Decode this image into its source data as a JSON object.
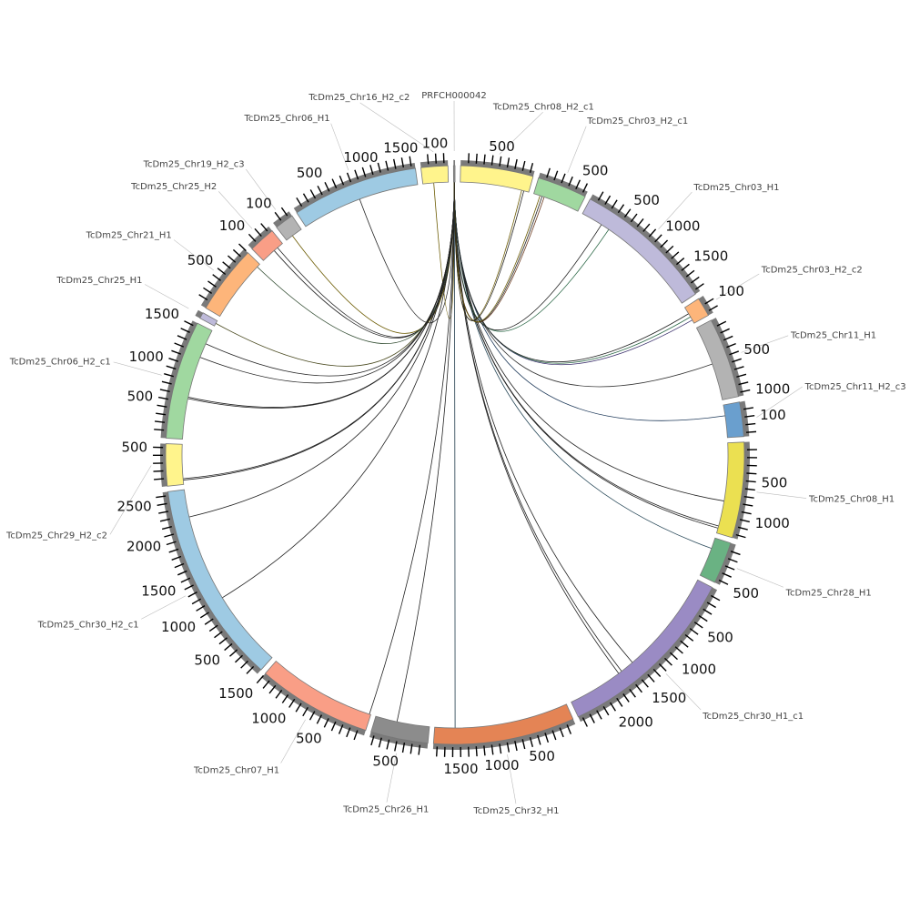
{
  "chart_data": {
    "type": "chord",
    "title": "",
    "tick_interval_kb": 100,
    "segments": [
      {
        "name": "PRFCH000042",
        "size_kb": 20,
        "color": "#8c8c8c"
      },
      {
        "name": "TcDm25_Chr08_H2_c1",
        "size_kb": 950,
        "color": "#fff48c"
      },
      {
        "name": "TcDm25_Chr03_H2_c1",
        "size_kb": 650,
        "color": "#a0d8a0"
      },
      {
        "name": "TcDm25_Chr03_H1",
        "size_kb": 1850,
        "color": "#bebada"
      },
      {
        "name": "TcDm25_Chr03_H2_c2",
        "size_kb": 250,
        "color": "#fdb57a"
      },
      {
        "name": "TcDm25_Chr11_H1",
        "size_kb": 1050,
        "color": "#b3b3b3"
      },
      {
        "name": "TcDm25_Chr11_H2_c3",
        "size_kb": 450,
        "color": "#6a9fce"
      },
      {
        "name": "TcDm25_Chr08_H1",
        "size_kb": 1250,
        "color": "#ebe051"
      },
      {
        "name": "TcDm25_Chr28_H1",
        "size_kb": 550,
        "color": "#6ab283"
      },
      {
        "name": "TcDm25_Chr30_H1_c1",
        "size_kb": 2450,
        "color": "#9a8bc4"
      },
      {
        "name": "TcDm25_Chr32_H1",
        "size_kb": 1850,
        "color": "#e48455"
      },
      {
        "name": "TcDm25_Chr26_H1",
        "size_kb": 750,
        "color": "#8c8c8c"
      },
      {
        "name": "TcDm25_Chr07_H1",
        "size_kb": 1500,
        "color": "#f99e86"
      },
      {
        "name": "TcDm25_Chr30_H2_c1",
        "size_kb": 2650,
        "color": "#9ecae3"
      },
      {
        "name": "TcDm25_Chr29_H2_c2",
        "size_kb": 550,
        "color": "#fff48c"
      },
      {
        "name": "TcDm25_Chr06_H2_c1",
        "size_kb": 1550,
        "color": "#a0d8a0"
      },
      {
        "name": "TcDm25_Chr25_H1",
        "size_kb": 80,
        "color": "#bebada"
      },
      {
        "name": "TcDm25_Chr21_H1",
        "size_kb": 900,
        "color": "#fdb57a"
      },
      {
        "name": "TcDm25_Chr25_H2",
        "size_kb": 350,
        "color": "#f99e86"
      },
      {
        "name": "TcDm25_Chr19_H2_c3",
        "size_kb": 250,
        "color": "#b3b3b3"
      },
      {
        "name": "TcDm25_Chr06_H1",
        "size_kb": 1650,
        "color": "#9ecae3"
      },
      {
        "name": "TcDm25_Chr16_H2_c2",
        "size_kb": 350,
        "color": "#fff48c"
      }
    ],
    "links": [
      {
        "from": [
          0,
          10
        ],
        "to": [
          20,
          830
        ],
        "color": "#222222"
      },
      {
        "from": [
          0,
          10
        ],
        "to": [
          21,
          150
        ],
        "color": "#6b5a00"
      },
      {
        "from": [
          0,
          10
        ],
        "to": [
          19,
          100
        ],
        "color": "#6b5a00"
      },
      {
        "from": [
          0,
          10
        ],
        "to": [
          18,
          200
        ],
        "color": "#222222"
      },
      {
        "from": [
          0,
          10
        ],
        "to": [
          18,
          260
        ],
        "color": "#222222"
      },
      {
        "from": [
          0,
          10
        ],
        "to": [
          17,
          850
        ],
        "color": "#2f4a2f"
      },
      {
        "from": [
          0,
          10
        ],
        "to": [
          16,
          40
        ],
        "color": "#4a4a20"
      },
      {
        "from": [
          0,
          10
        ],
        "to": [
          15,
          1350
        ],
        "color": "#222222"
      },
      {
        "from": [
          0,
          10
        ],
        "to": [
          15,
          1150
        ],
        "color": "#222222"
      },
      {
        "from": [
          0,
          10
        ],
        "to": [
          15,
          580
        ],
        "color": "#222222"
      },
      {
        "from": [
          0,
          10
        ],
        "to": [
          15,
          560
        ],
        "color": "#222222"
      },
      {
        "from": [
          0,
          10
        ],
        "to": [
          14,
          80
        ],
        "color": "#222222"
      },
      {
        "from": [
          0,
          10
        ],
        "to": [
          14,
          60
        ],
        "color": "#222222"
      },
      {
        "from": [
          0,
          10
        ],
        "to": [
          13,
          2270
        ],
        "color": "#222222"
      },
      {
        "from": [
          0,
          10
        ],
        "to": [
          13,
          1070
        ],
        "color": "#222222"
      },
      {
        "from": [
          0,
          10
        ],
        "to": [
          12,
          20
        ],
        "color": "#222222"
      },
      {
        "from": [
          0,
          10
        ],
        "to": [
          11,
          450
        ],
        "color": "#222222"
      },
      {
        "from": [
          0,
          10
        ],
        "to": [
          10,
          1570
        ],
        "color": "#1f3a4a"
      },
      {
        "from": [
          0,
          10
        ],
        "to": [
          9,
          1690
        ],
        "color": "#222222"
      },
      {
        "from": [
          0,
          10
        ],
        "to": [
          9,
          1640
        ],
        "color": "#222222"
      },
      {
        "from": [
          0,
          10
        ],
        "to": [
          9,
          1450
        ],
        "color": "#222222"
      },
      {
        "from": [
          0,
          10
        ],
        "to": [
          8,
          150
        ],
        "color": "#2a4a5a"
      },
      {
        "from": [
          0,
          10
        ],
        "to": [
          7,
          1180
        ],
        "color": "#222222"
      },
      {
        "from": [
          0,
          10
        ],
        "to": [
          7,
          1150
        ],
        "color": "#222222"
      },
      {
        "from": [
          0,
          10
        ],
        "to": [
          7,
          800
        ],
        "color": "#222222"
      },
      {
        "from": [
          0,
          10
        ],
        "to": [
          6,
          150
        ],
        "color": "#1f3a5a"
      },
      {
        "from": [
          0,
          10
        ],
        "to": [
          5,
          540
        ],
        "color": "#333333"
      },
      {
        "from": [
          0,
          10
        ],
        "to": [
          4,
          200
        ],
        "color": "#3a2f6b"
      },
      {
        "from": [
          0,
          10
        ],
        "to": [
          4,
          150
        ],
        "color": "#2f6b4a"
      },
      {
        "from": [
          0,
          10
        ],
        "to": [
          4,
          100
        ],
        "color": "#222222"
      },
      {
        "from": [
          0,
          10
        ],
        "to": [
          3,
          420
        ],
        "color": "#2f6b4a"
      },
      {
        "from": [
          0,
          10
        ],
        "to": [
          3,
          300
        ],
        "color": "#222222"
      },
      {
        "from": [
          0,
          10
        ],
        "to": [
          2,
          150
        ],
        "color": "#6b3a1f"
      },
      {
        "from": [
          0,
          10
        ],
        "to": [
          2,
          120
        ],
        "color": "#222222"
      },
      {
        "from": [
          0,
          10
        ],
        "to": [
          2,
          90
        ],
        "color": "#6b5a00"
      },
      {
        "from": [
          0,
          10
        ],
        "to": [
          1,
          850
        ],
        "color": "#6b5a00"
      },
      {
        "from": [
          0,
          10
        ],
        "to": [
          1,
          880
        ],
        "color": "#222222"
      }
    ]
  }
}
